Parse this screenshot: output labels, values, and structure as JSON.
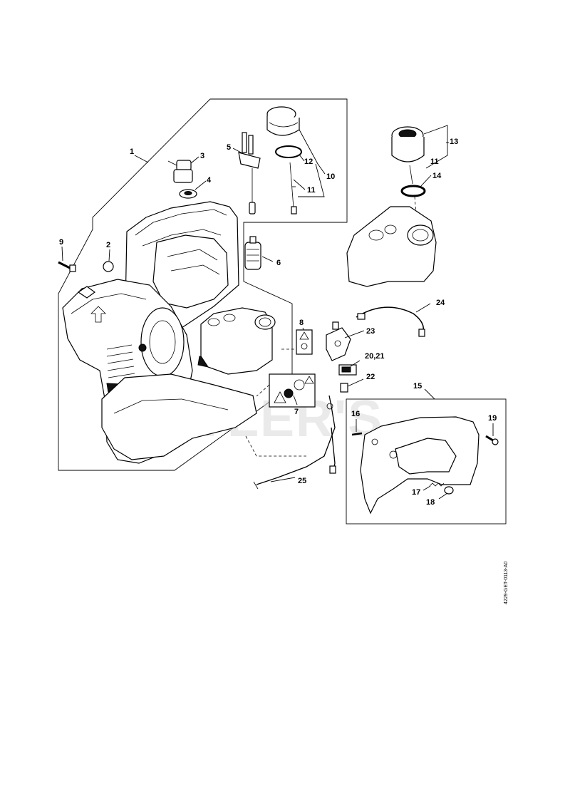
{
  "watermark": "CUTLER'S",
  "document_id": "4229-GET-0113-A0",
  "callouts": {
    "c1": "1",
    "c2": "2",
    "c3": "3",
    "c4": "4",
    "c5": "5",
    "c6": "6",
    "c7": "7",
    "c8": "8",
    "c9": "9",
    "c10": "10",
    "c11a": "11",
    "c11b": "11",
    "c12": "12",
    "c13": "13",
    "c14": "14",
    "c15": "15",
    "c16": "16",
    "c17": "17",
    "c18": "18",
    "c19": "19",
    "c20_21": "20,21",
    "c22": "22",
    "c23": "23",
    "c24": "24",
    "c25": "25"
  }
}
